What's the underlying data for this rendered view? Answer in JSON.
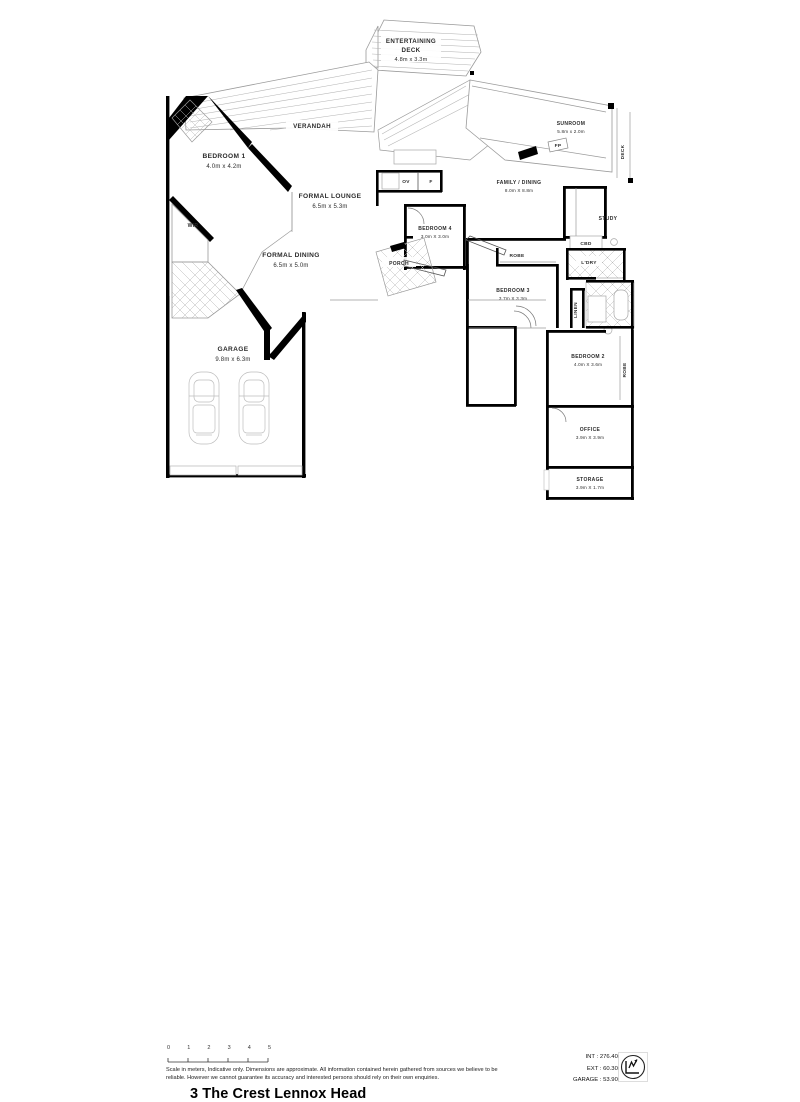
{
  "document": {
    "title": "3 The Crest Lennox Head",
    "disclaimer": "Scale in meters, Indicative only. Dimensions are approximate. All information contained herein gathered from sources we believe to be reliable. However we cannot guarantee its accuracy and interested persons should rely on their own enquiries.",
    "scale_label": "Scale in meters",
    "scale_ticks": [
      "0",
      "1",
      "2",
      "3",
      "4",
      "5"
    ],
    "compass_icon": "north-arrow-icon"
  },
  "areas": [
    {
      "key": "INT",
      "label": "INT :",
      "value": "276.40m",
      "unit": "2"
    },
    {
      "key": "EXT",
      "label": "EXT :",
      "value": "60.30m",
      "unit": "2"
    },
    {
      "key": "GARAGE",
      "label": "GARAGE :",
      "value": "53.90m",
      "unit": "2"
    }
  ],
  "rooms": [
    {
      "id": "entertaining-deck",
      "name": "ENTERTAINING",
      "name2": "DECK",
      "dim": "4.8m x 3.3m"
    },
    {
      "id": "verandah",
      "name": "VERANDAH",
      "dim": ""
    },
    {
      "id": "sunroom",
      "name": "SUNROOM",
      "dim": "5.8m x 2.0m"
    },
    {
      "id": "bedroom-1",
      "name": "BEDROOM 1",
      "dim": "4.0m x 4.2m"
    },
    {
      "id": "wir",
      "name": "WIR",
      "dim": ""
    },
    {
      "id": "formal-lounge",
      "name": "FORMAL LOUNGE",
      "dim": "6.5m x 5.3m"
    },
    {
      "id": "formal-dining",
      "name": "FORMAL DINING",
      "dim": "6.5m x 5.0m"
    },
    {
      "id": "porch",
      "name": "PORCH",
      "dim": ""
    },
    {
      "id": "bedroom-4",
      "name": "BEDROOM 4",
      "dim": "3.0m X 3.0m"
    },
    {
      "id": "family-dining",
      "name": "FAMILY / DINING",
      "dim": "8.0m X 8.8m"
    },
    {
      "id": "study",
      "name": "STUDY",
      "dim": ""
    },
    {
      "id": "cbd",
      "name": "CBD",
      "dim": ""
    },
    {
      "id": "laundry",
      "name": "L'DRY",
      "dim": ""
    },
    {
      "id": "robe-1",
      "name": "ROBE",
      "dim": ""
    },
    {
      "id": "bedroom-3",
      "name": "BEDROOM 3",
      "dim": "3.7m X 3.3m"
    },
    {
      "id": "linen",
      "name": "LINEN",
      "dim": ""
    },
    {
      "id": "bedroom-2",
      "name": "BEDROOM 2",
      "dim": "4.0m X 3.6m"
    },
    {
      "id": "robe-2",
      "name": "ROBE",
      "dim": ""
    },
    {
      "id": "office",
      "name": "OFFICE",
      "dim": "3.9m X 3.9m"
    },
    {
      "id": "storage",
      "name": "STORAGE",
      "dim": "3.9m X 1.7m"
    },
    {
      "id": "garage",
      "name": "GARAGE",
      "dim": "9.8m x 6.3m"
    },
    {
      "id": "deck-right",
      "name": "DECK",
      "dim": ""
    },
    {
      "id": "oven",
      "name": "OV",
      "dim": ""
    },
    {
      "id": "fridge",
      "name": "F",
      "dim": ""
    },
    {
      "id": "fireplace",
      "name": "FP",
      "dim": ""
    }
  ],
  "colors": {
    "wall": "#000000",
    "thin_line": "#9a9a9a",
    "text": "#1a1a1a",
    "background": "#ffffff"
  }
}
